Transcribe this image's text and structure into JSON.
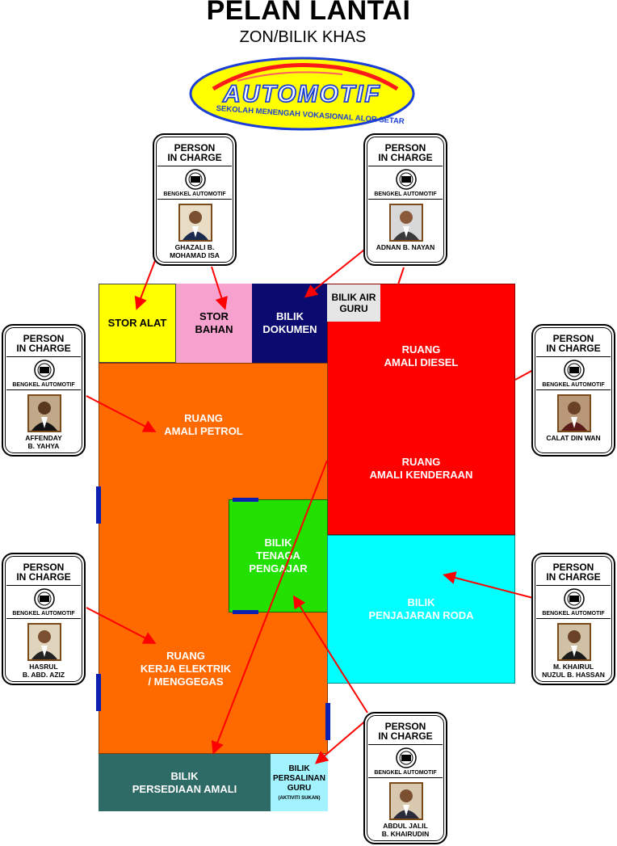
{
  "header": {
    "title": "PELAN LANTAI",
    "subtitle": "ZON/BILIK KHAS"
  },
  "logo": {
    "brand": "AUTOMOTIF",
    "tagline": "SEKOLAH MENENGAH VOKASIONAL ALOR SETAR"
  },
  "rooms": {
    "stor_alat": "STOR ALAT",
    "stor_bahan": "STOR\nBAHAN",
    "bilik_dokumen": "BILIK\nDOKUMEN",
    "bilik_air_guru": "BILIK AIR\nGURU",
    "ruang_amali_diesel": "RUANG\nAMALI DIESEL",
    "ruang_amali_kenderaan": "RUANG\nAMALI KENDERAAN",
    "ruang_amali_petrol": "RUANG\nAMALI PETROL",
    "bilik_tenaga_pengajar": "BILIK\nTENAGA\nPENGAJAR",
    "bilik_penjajaran_roda": "BILIK\nPENJAJARAN RODA",
    "ruang_kerja_elektrik": "RUANG\nKERJA ELEKTRIK\n/ MENGGEGAS",
    "bilik_persediaan_amali": "BILIK\nPERSEDIAAN AMALI",
    "bilik_persalinan_guru": "BILIK\nPERSALINAN\nGURU",
    "bilik_persalinan_note": "(AKTIVITI SUKAN)"
  },
  "card_common": {
    "header": "PERSON\nIN CHARGE",
    "workshop": "BENGKEL AUTOMOTIF"
  },
  "persons": [
    {
      "name": "GHAZALI B.\nMOHAMAD ISA"
    },
    {
      "name": "ADNAN B. NAYAN"
    },
    {
      "name": "AFFENDAY\nB. YAHYA"
    },
    {
      "name": "CALAT DIN WAN"
    },
    {
      "name": "HASRUL\nB. ABD. AZIZ"
    },
    {
      "name": "M. KHAIRUL\nNUZUL B. HASSAN"
    },
    {
      "name": "ABDUL JALIL\nB. KHAIRUDIN"
    }
  ],
  "colors": {
    "stor_alat": "#ffff00",
    "stor_bahan": "#f7a1cf",
    "bilik_dokumen": "#0b0a6e",
    "bilik_air": "#e6e6e6",
    "diesel_kenderaan": "#ff0000",
    "petrol_elektrik": "#ff6a00",
    "tenaga_pengajar": "#22e000",
    "penjajaran_roda": "#00ffff",
    "persediaan_amali": "#2e6a66",
    "persalinan_guru": "#a3f3ff",
    "door": "#0b1fb0",
    "arrow": "#ff0000"
  }
}
